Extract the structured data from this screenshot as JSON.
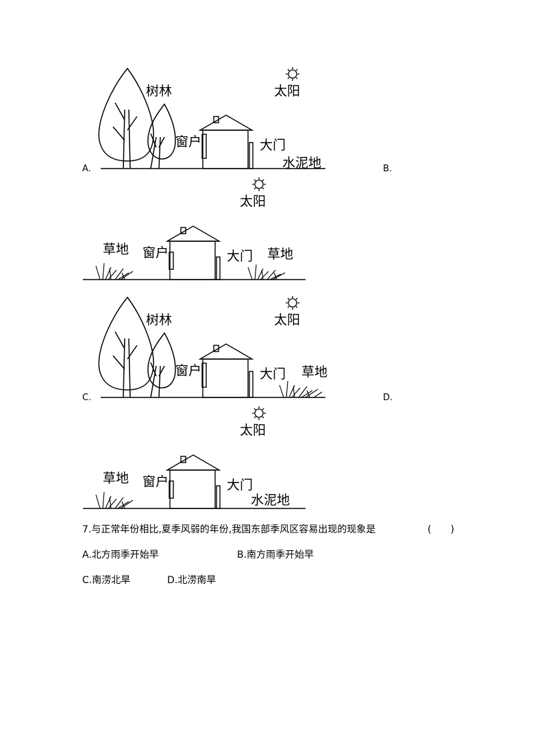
{
  "figures": {
    "A": {
      "option_label": "A.",
      "trees_label": "树林",
      "sun_label": "太阳",
      "window_label": "窗户",
      "door_label": "大门",
      "ground_label": "水泥地"
    },
    "B": {
      "option_label": "B.",
      "sun_label": "太阳",
      "grass_left_label": "草地",
      "window_label": "窗户",
      "door_label": "大门",
      "grass_right_label": "草地"
    },
    "C": {
      "option_label": "C.",
      "trees_label": "树林",
      "sun_label": "太阳",
      "window_label": "窗户",
      "door_label": "大门",
      "grass_label": "草地"
    },
    "D": {
      "option_label": "D.",
      "sun_label": "太阳",
      "grass_label": "草地",
      "window_label": "窗户",
      "door_label": "大门",
      "ground_label": "水泥地"
    }
  },
  "question7": {
    "stem": "7.与正常年份相比,夏季风弱的年份,我国东部季风区容易出现的现象是",
    "bracket": "(　　)",
    "options": {
      "A": "A.北方雨季开始早",
      "B": "B.南方雨季开始早",
      "C": "C.南涝北旱",
      "D": "D.北涝南旱"
    }
  }
}
